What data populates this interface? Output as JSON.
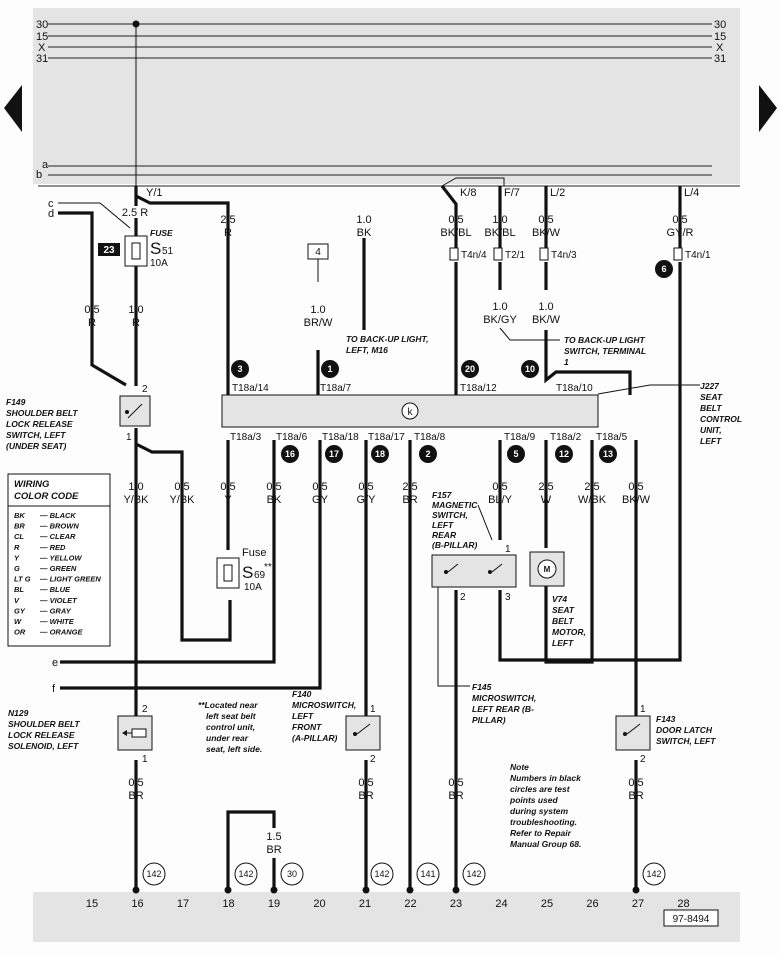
{
  "rails": [
    "30",
    "15",
    "X",
    "31"
  ],
  "rails_lower": [
    "a",
    "b"
  ],
  "left_letters": [
    "c",
    "d",
    "e",
    "f"
  ],
  "top_splices": [
    "Y/1",
    "K/8",
    "F/7",
    "L/2",
    "L/4"
  ],
  "wires_upper": [
    {
      "gauge": "2.5",
      "color": "R"
    },
    {
      "gauge": "2.5",
      "color": "R"
    },
    {
      "gauge": "0.5",
      "color": "R"
    },
    {
      "gauge": "1.0",
      "color": "R"
    },
    {
      "gauge": "1.0",
      "color": "BK"
    },
    {
      "gauge": "0.5",
      "color": "BK/BL"
    },
    {
      "gauge": "1.0",
      "color": "BK/BL"
    },
    {
      "gauge": "0.5",
      "color": "BK/W"
    },
    {
      "gauge": "0.5",
      "color": "GY/R"
    },
    {
      "gauge": "1.0",
      "color": "BR/W"
    },
    {
      "gauge": "1.0",
      "color": "BK/GY"
    },
    {
      "gauge": "1.0",
      "color": "BK/W"
    }
  ],
  "wires_lower": [
    {
      "gauge": "1.0",
      "color": "Y/BK"
    },
    {
      "gauge": "0.5",
      "color": "Y/BK"
    },
    {
      "gauge": "0.5",
      "color": "Y"
    },
    {
      "gauge": "0.5",
      "color": "BK"
    },
    {
      "gauge": "0.5",
      "color": "GY"
    },
    {
      "gauge": "0.5",
      "color": "G/Y"
    },
    {
      "gauge": "2.5",
      "color": "BR"
    },
    {
      "gauge": "0.5",
      "color": "BL/Y"
    },
    {
      "gauge": "2.5",
      "color": "W"
    },
    {
      "gauge": "2.5",
      "color": "W/BK"
    },
    {
      "gauge": "0.5",
      "color": "BK/W"
    }
  ],
  "wires_bottom": [
    {
      "gauge": "0.5",
      "color": "BR"
    },
    {
      "gauge": "1.5",
      "color": "BR"
    },
    {
      "gauge": "0.5",
      "color": "BR"
    },
    {
      "gauge": "0.5",
      "color": "BR"
    },
    {
      "gauge": "0.5",
      "color": "BR"
    }
  ],
  "connectors": {
    "t4n4": "T4n/4",
    "t21": "T2/1",
    "t4n3": "T4n/3",
    "t4n1": "T4n/1",
    "top_pins": [
      "T18a/14",
      "T18a/7",
      "T18a/12",
      "T18a/10"
    ],
    "bottom_pins": [
      "T18a/3",
      "T18a/6",
      "T18a/18",
      "T18a/17",
      "T18a/8",
      "T18a/9",
      "T18a/2",
      "T18a/5"
    ]
  },
  "test_points": [
    "3",
    "1",
    "20",
    "10",
    "6",
    "16",
    "17",
    "18",
    "2",
    "5",
    "12",
    "13"
  ],
  "fuse_s51": {
    "title": "FUSE",
    "name": "S",
    "sub": "51",
    "rating": "10A",
    "tag": "23"
  },
  "fuse_s69": {
    "title": "Fuse",
    "name": "S",
    "sub": "69",
    "mark": "**",
    "rating": "10A"
  },
  "box4": "4",
  "control_symbol": "k",
  "pins": {
    "p2": "2",
    "p1": "1",
    "p3": "3"
  },
  "components": {
    "f149": [
      "F149",
      "SHOULDER BELT",
      "LOCK RELEASE",
      "SWITCH, LEFT",
      "(UNDER SEAT)"
    ],
    "j227": [
      "J227",
      "SEAT",
      "BELT",
      "CONTROL",
      "UNIT,",
      "LEFT"
    ],
    "f157": [
      "F157",
      "MAGNETIC",
      "SWITCH,",
      "LEFT",
      "REAR",
      "(B-PILLAR)"
    ],
    "v74": [
      "V74",
      "SEAT",
      "BELT",
      "MOTOR,",
      "LEFT"
    ],
    "f145": [
      "F145",
      "MICROSWITCH,",
      "LEFT REAR (B-",
      "PILLAR)"
    ],
    "n129": [
      "N129",
      "SHOULDER BELT",
      "LOCK RELEASE",
      "SOLENOID, LEFT"
    ],
    "f140": [
      "F140",
      "MICROSWITCH,",
      "LEFT",
      "FRONT",
      "(A-PILLAR)"
    ],
    "f143": [
      "F143",
      "DOOR LATCH",
      "SWITCH, LEFT"
    ]
  },
  "refs": {
    "backup_light": [
      "TO BACK-UP LIGHT,",
      "LEFT, M16"
    ],
    "backup_switch": [
      "TO BACK-UP LIGHT",
      "SWITCH, TERMINAL",
      "1"
    ]
  },
  "legend": {
    "title": [
      "WIRING",
      "COLOR CODE"
    ],
    "rows": [
      [
        "BK",
        "BLACK"
      ],
      [
        "BR",
        "BROWN"
      ],
      [
        "CL",
        "CLEAR"
      ],
      [
        "R",
        "RED"
      ],
      [
        "Y",
        "YELLOW"
      ],
      [
        "G",
        "GREEN"
      ],
      [
        "LT G",
        "LIGHT GREEN"
      ],
      [
        "BL",
        "BLUE"
      ],
      [
        "V",
        "VIOLET"
      ],
      [
        "GY",
        "GRAY"
      ],
      [
        "W",
        "WHITE"
      ],
      [
        "OR",
        "ORANGE"
      ]
    ]
  },
  "notes": {
    "located": [
      "**Located near",
      "left seat belt",
      "control unit,",
      "under rear",
      "seat, left side."
    ],
    "note": [
      "Note",
      "Numbers in black",
      "circles are test",
      "points used",
      "during system",
      "troubleshooting.",
      "Refer to Repair",
      "Manual Group 68."
    ]
  },
  "ground_refs": [
    "142",
    "142",
    "30",
    "142",
    "141",
    "142",
    "142"
  ],
  "bottom_numbers": [
    "15",
    "16",
    "17",
    "18",
    "19",
    "20",
    "21",
    "22",
    "23",
    "24",
    "25",
    "26",
    "27",
    "28"
  ],
  "figure_id": "97-8494"
}
